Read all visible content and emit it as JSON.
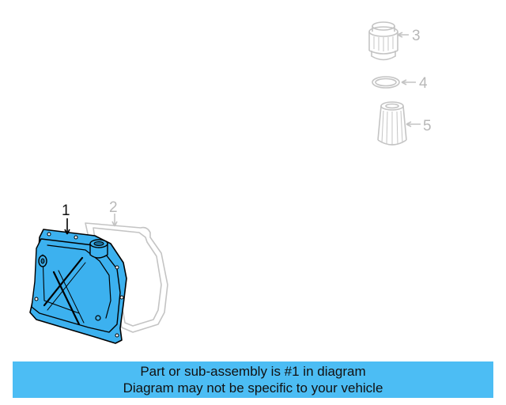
{
  "diagram": {
    "callouts": [
      {
        "id": "1",
        "label": "1",
        "state": "highlighted",
        "part": "transmission-oil-pan"
      },
      {
        "id": "2",
        "label": "2",
        "state": "dimmed",
        "part": "pan-gasket"
      },
      {
        "id": "3",
        "label": "3",
        "state": "dimmed",
        "part": "filter-cap"
      },
      {
        "id": "4",
        "label": "4",
        "state": "dimmed",
        "part": "o-ring"
      },
      {
        "id": "5",
        "label": "5",
        "state": "dimmed",
        "part": "filter-element"
      }
    ],
    "colors": {
      "highlight_fill": "#3cb1ef",
      "outline": "#000000",
      "dimmed_line": "#c4c4c4",
      "dimmed_label": "#b8b8b8"
    }
  },
  "banner": {
    "line1": "Part or sub-assembly is #1 in diagram",
    "line2": "Diagram may not be specific to your vehicle",
    "color": "#4cbdf4"
  }
}
